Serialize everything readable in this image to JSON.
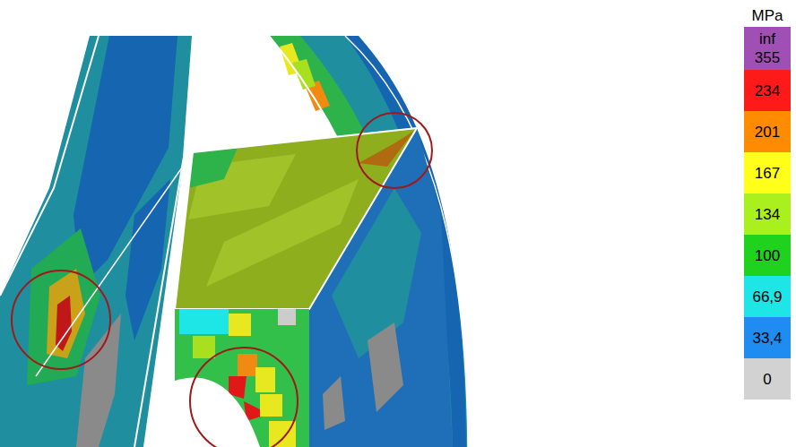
{
  "diagram": {
    "labels": [
      "MPa",
      "inf"
    ],
    "legend": [
      {
        "text": "355",
        "color": "#a050b4"
      },
      {
        "text": "234",
        "color": "#ff1a1a"
      },
      {
        "text": "201",
        "color": "#ff8c00"
      },
      {
        "text": "167",
        "color": "#ffff1a"
      },
      {
        "text": "134",
        "color": "#aaf01e"
      },
      {
        "text": "100",
        "color": "#1ed21e"
      },
      {
        "text": "66,9",
        "color": "#1ee6e6"
      },
      {
        "text": "33,4",
        "color": "#1e8cf0"
      },
      {
        "text": "0",
        "color": "#d2d2d2"
      }
    ]
  }
}
